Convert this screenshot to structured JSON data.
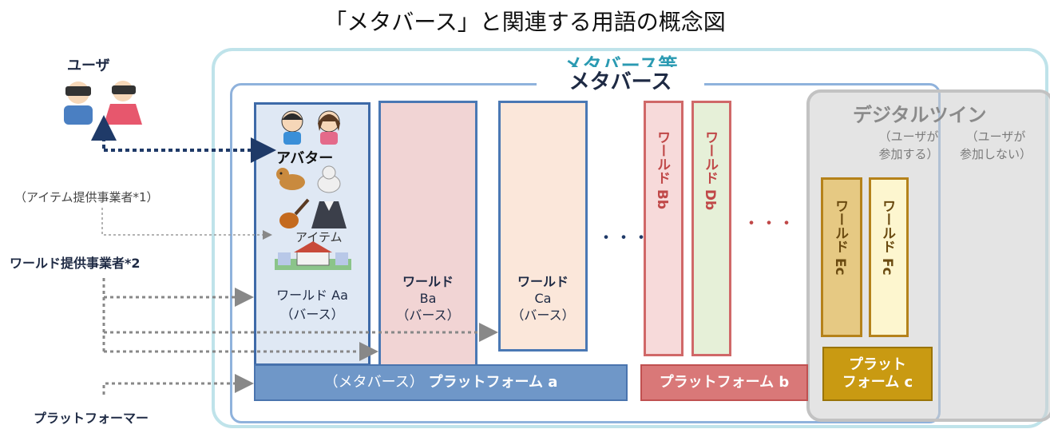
{
  "title": "「メタバース」と関連する用語の概念図",
  "labels": {
    "metaverse_etc": "メタバース等",
    "metaverse": "メタバース",
    "digital_twin": "デジタルツイン",
    "dt_with_user_1": "（ユーザが",
    "dt_with_user_2": "参加する）",
    "dt_without_user_1": "（ユーザが",
    "dt_without_user_2": "参加しない）",
    "user": "ユーザ",
    "avatar": "アバター",
    "item": "アイテム",
    "item_provider": "（アイテム提供事業者*1）",
    "world_provider": "ワールド提供事業者*2",
    "platformer": "プラットフォーマー",
    "ellipsis": "・・・"
  },
  "worlds": {
    "Aa": {
      "name": "ワールド Aa",
      "sub": "（バース）"
    },
    "Ba": {
      "name1": "ワールド",
      "name2": "Ba",
      "sub": "（バース）"
    },
    "Ca": {
      "name1": "ワールド",
      "name2": "Ca",
      "sub": "（バース）"
    },
    "Bb": "ワールド Bb",
    "Db": "ワールド Db",
    "Ec": "ワールド Ec",
    "Fc": "ワールド Fc"
  },
  "platforms": {
    "a_prefix": "（メタバース）",
    "a_name": "プラットフォーム a",
    "b": "プラットフォーム b",
    "c1": "プラット",
    "c2": "フォーム c"
  },
  "colors": {
    "metaverse_etc": "#2a9ab2",
    "platform_a": "#6f97c8",
    "platform_b": "#d97878",
    "platform_c": "#c99a12",
    "arrow": "#1f3a68"
  }
}
